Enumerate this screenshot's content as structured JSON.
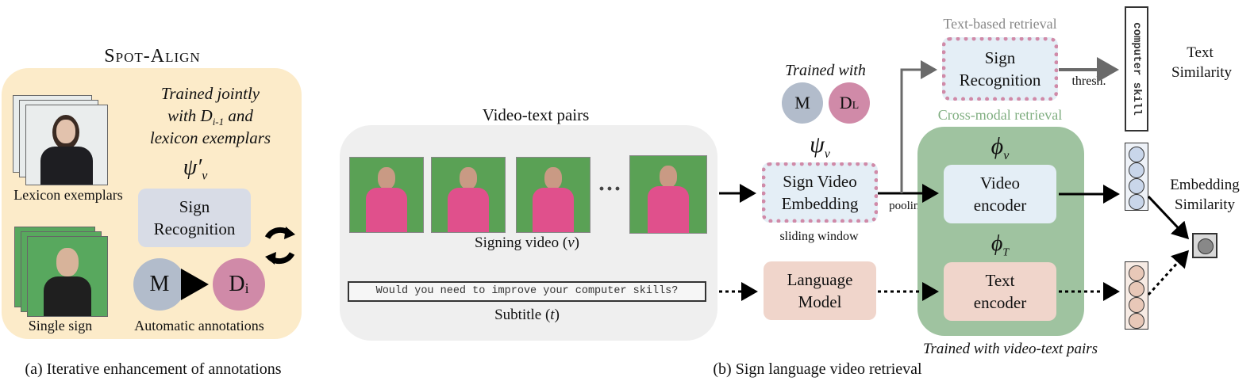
{
  "panel_a": {
    "title_s": "S",
    "title_pot": "POT",
    "title_dash": "-",
    "title_a": "A",
    "title_lign": "LIGN",
    "trained_line1": "Trained jointly",
    "trained_line2_pre": "with D",
    "trained_line2_sub": "i-1",
    "trained_line2_post": " and",
    "trained_line3": "lexicon exemplars",
    "psi_prime": "ψ′",
    "psi_sub": "v",
    "lexicon_label": "Lexicon exemplars",
    "single_sign_label": "Single sign",
    "sign_recognition": [
      "Sign",
      "Recognition"
    ],
    "m_label": "M",
    "d_label": "D",
    "d_sub": "i",
    "auto_annotations": "Automatic annotations",
    "caption": "(a) Iterative enhancement of annotations"
  },
  "panel_b": {
    "video_text_pairs": "Video-text pairs",
    "ellipsis": "···",
    "signing_video_pre": "Signing video (",
    "signing_video_var": "v",
    "signing_video_post": ")",
    "subtitle_text": "Would you need to improve your computer skills?",
    "subtitle_label_pre": "Subtitle (",
    "subtitle_label_var": "t",
    "subtitle_label_post": ")",
    "trained_with": "Trained with",
    "m_label": "M",
    "dl_label": "D",
    "dl_sub": "L",
    "psi": "ψ",
    "psi_sub": "v",
    "sign_video_embedding": [
      "Sign Video",
      "Embedding"
    ],
    "sliding_window": "sliding window",
    "pooling": "pooling",
    "text_based_retrieval": "Text-based retrieval",
    "sign_recognition": [
      "Sign",
      "Recognition"
    ],
    "thresh": "thresh.",
    "vertical_text_1": "computer",
    "vertical_text_2": "skill",
    "text_similarity": [
      "Text",
      "Similarity"
    ],
    "cross_modal_retrieval": "Cross-modal retrieval",
    "phi_v": "ϕ",
    "phi_v_sub": "v",
    "video_encoder": [
      "Video",
      "encoder"
    ],
    "phi_t": "ϕ",
    "phi_t_sub": "T",
    "text_encoder": [
      "Text",
      "encoder"
    ],
    "language_model": [
      "Language",
      "Model"
    ],
    "embedding_similarity": [
      "Embedding",
      "Similarity"
    ],
    "trained_with_pairs": "Trained with video-text pairs",
    "caption": "(b) Sign language video retrieval"
  },
  "colors": {
    "panel_a_bg": "#fcebc9",
    "pairs_bg": "#efefef",
    "cross_modal_bg": "#9fc3a0",
    "m_circle": "#b2bccb",
    "d_circle": "#d08aa8",
    "sign_rec_box": "#d8dce6",
    "encoder_box": "#e4eef6",
    "text_encoder_box": "#f0d5cb",
    "video_emb_cell": "#c9d6ea",
    "text_emb_cell": "#e8c8b8"
  }
}
